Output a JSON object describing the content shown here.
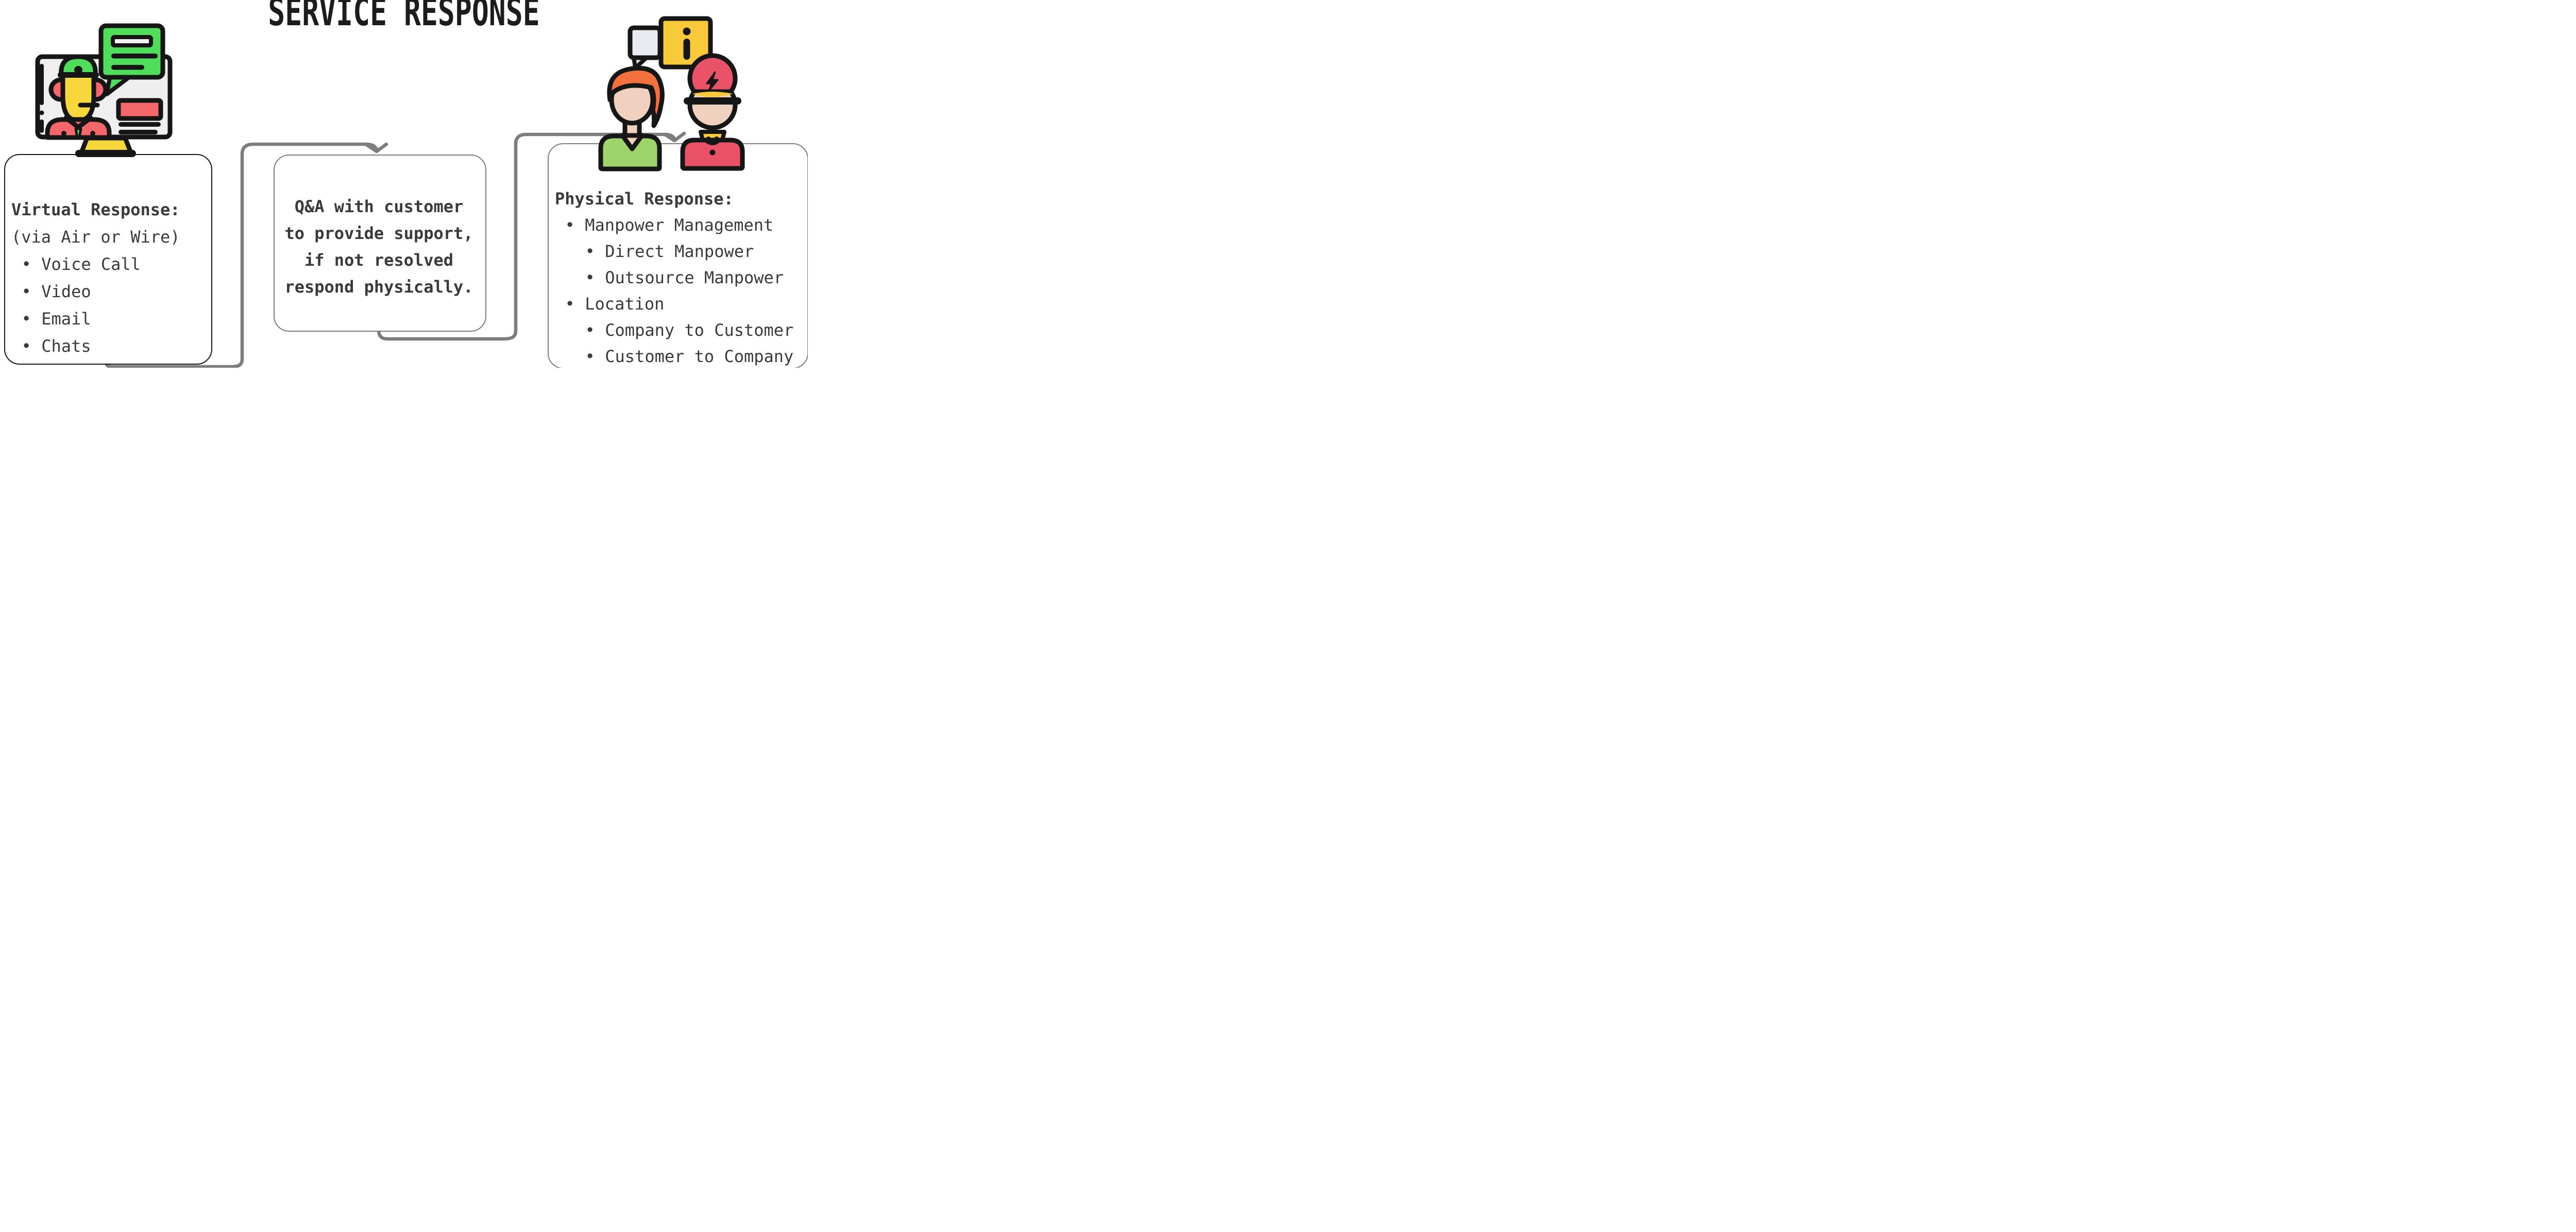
{
  "title": "SERVICE RESPONSE",
  "bullet": "•",
  "virtual_box": {
    "heading": "Virtual Response:",
    "subheading": "(via Air or Wire)",
    "items": [
      "Voice Call",
      "Video",
      "Email",
      "Chats"
    ]
  },
  "qa_box": {
    "lines": [
      "Q&A with customer",
      "to provide support,",
      "if not resolved",
      "respond physically."
    ]
  },
  "physical_box": {
    "heading": "Physical Response:",
    "items": [
      {
        "label": "Manpower Management",
        "children": [
          "Direct Manpower",
          "Outsource Manpower"
        ]
      },
      {
        "label": "Location",
        "children": [
          "Company to Customer",
          "Customer to Company"
        ]
      }
    ]
  },
  "icons": {
    "left_illustration": "support-agent-on-monitor-icon",
    "right_illustration": "customer-technician-conversation-icon",
    "left_bubble": "chat-bubble-icon",
    "right_bubbles": [
      "speech-bubble-icon",
      "info-bubble-icon"
    ]
  },
  "colors": {
    "background": "#ffffff",
    "outline_black": "#161616",
    "connector_gray": "#7d7d7d",
    "text": "#3a3a3a",
    "title": "#1c1c1c",
    "green": "#4fdd5b",
    "shirt_green": "#9ed46a",
    "red": "#f4676b",
    "crimson": "#ea5267",
    "yellow": "#f7d83c",
    "amber": "#f9c93c",
    "skin": "#f0d0be",
    "orange": "#f4713d",
    "screen_gray": "#efefef",
    "bubble_gray": "#e8ecf1"
  }
}
